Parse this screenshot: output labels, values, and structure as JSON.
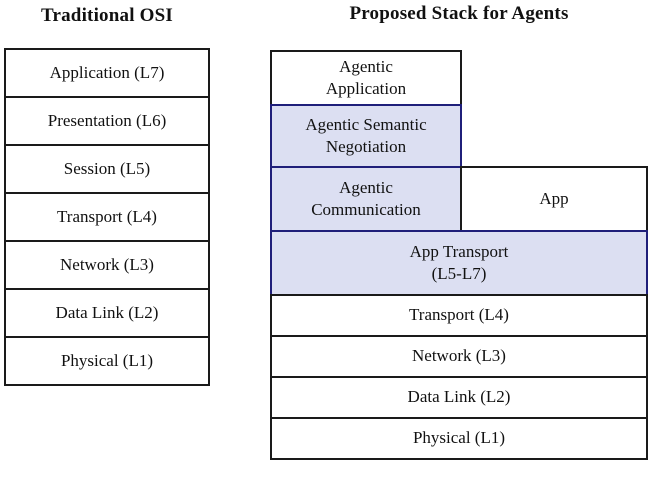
{
  "diagram": {
    "left": {
      "title": "Traditional OSI",
      "layers": [
        "Application (L7)",
        "Presentation (L6)",
        "Session (L5)",
        "Transport (L4)",
        "Network (L3)",
        "Data Link (L2)",
        "Physical (L1)"
      ]
    },
    "right": {
      "title": "Proposed Stack for Agents",
      "boxes": {
        "agentic_application": "Agentic\nApplication",
        "agentic_semantic_negotiation": "Agentic Semantic\nNegotiation",
        "agentic_communication": "Agentic\nCommunication",
        "app": "App",
        "app_transport": "App Transport\n(L5-L7)",
        "transport": "Transport (L4)",
        "network": "Network (L3)",
        "data_link": "Data Link (L2)",
        "physical": "Physical (L1)"
      }
    },
    "colors": {
      "highlight_fill": "#dcdff2",
      "highlight_border": "#1f1f7a",
      "box_border": "#1a1a1a"
    }
  }
}
